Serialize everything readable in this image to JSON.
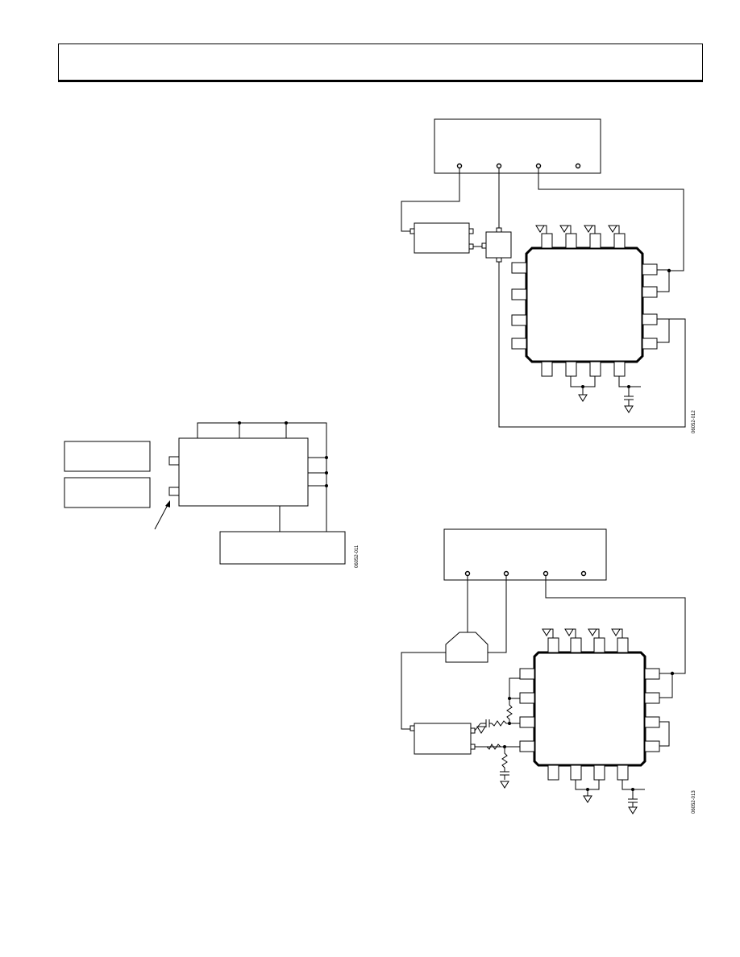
{
  "header": {
    "title": ""
  },
  "figures": [
    {
      "id": "fig1",
      "code": "06052-011"
    },
    {
      "id": "fig2",
      "code": "06052-012"
    },
    {
      "id": "fig3",
      "code": "06052-013"
    }
  ]
}
